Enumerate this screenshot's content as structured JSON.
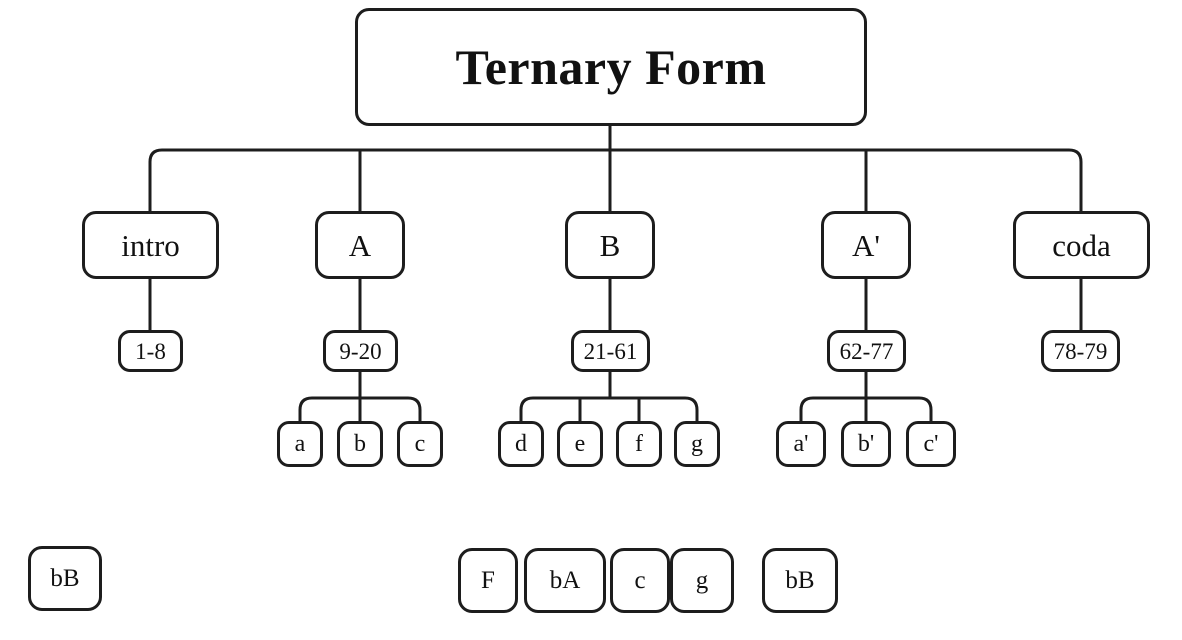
{
  "diagram": {
    "title": "Ternary Form",
    "type": "hierarchical-tree",
    "background_color": "#ffffff",
    "stroke_color": "#1d1d1d",
    "text_color": "#111111",
    "root": {
      "label": "Ternary Form"
    },
    "sections": [
      {
        "label": "intro",
        "measures": "1-8",
        "phrases": []
      },
      {
        "label": "A",
        "measures": "9-20",
        "phrases": [
          "a",
          "b",
          "c"
        ]
      },
      {
        "label": "B",
        "measures": "21-61",
        "phrases": [
          "d",
          "e",
          "f",
          "g"
        ]
      },
      {
        "label": "A'",
        "measures": "62-77",
        "phrases": [
          "a'",
          "b'",
          "c'"
        ]
      },
      {
        "label": "coda",
        "measures": "78-79",
        "phrases": []
      }
    ],
    "keys": [
      {
        "label": "bB"
      },
      {
        "label": "F"
      },
      {
        "label": "bA"
      },
      {
        "label": "c"
      },
      {
        "label": "g"
      },
      {
        "label": "bB"
      }
    ]
  }
}
